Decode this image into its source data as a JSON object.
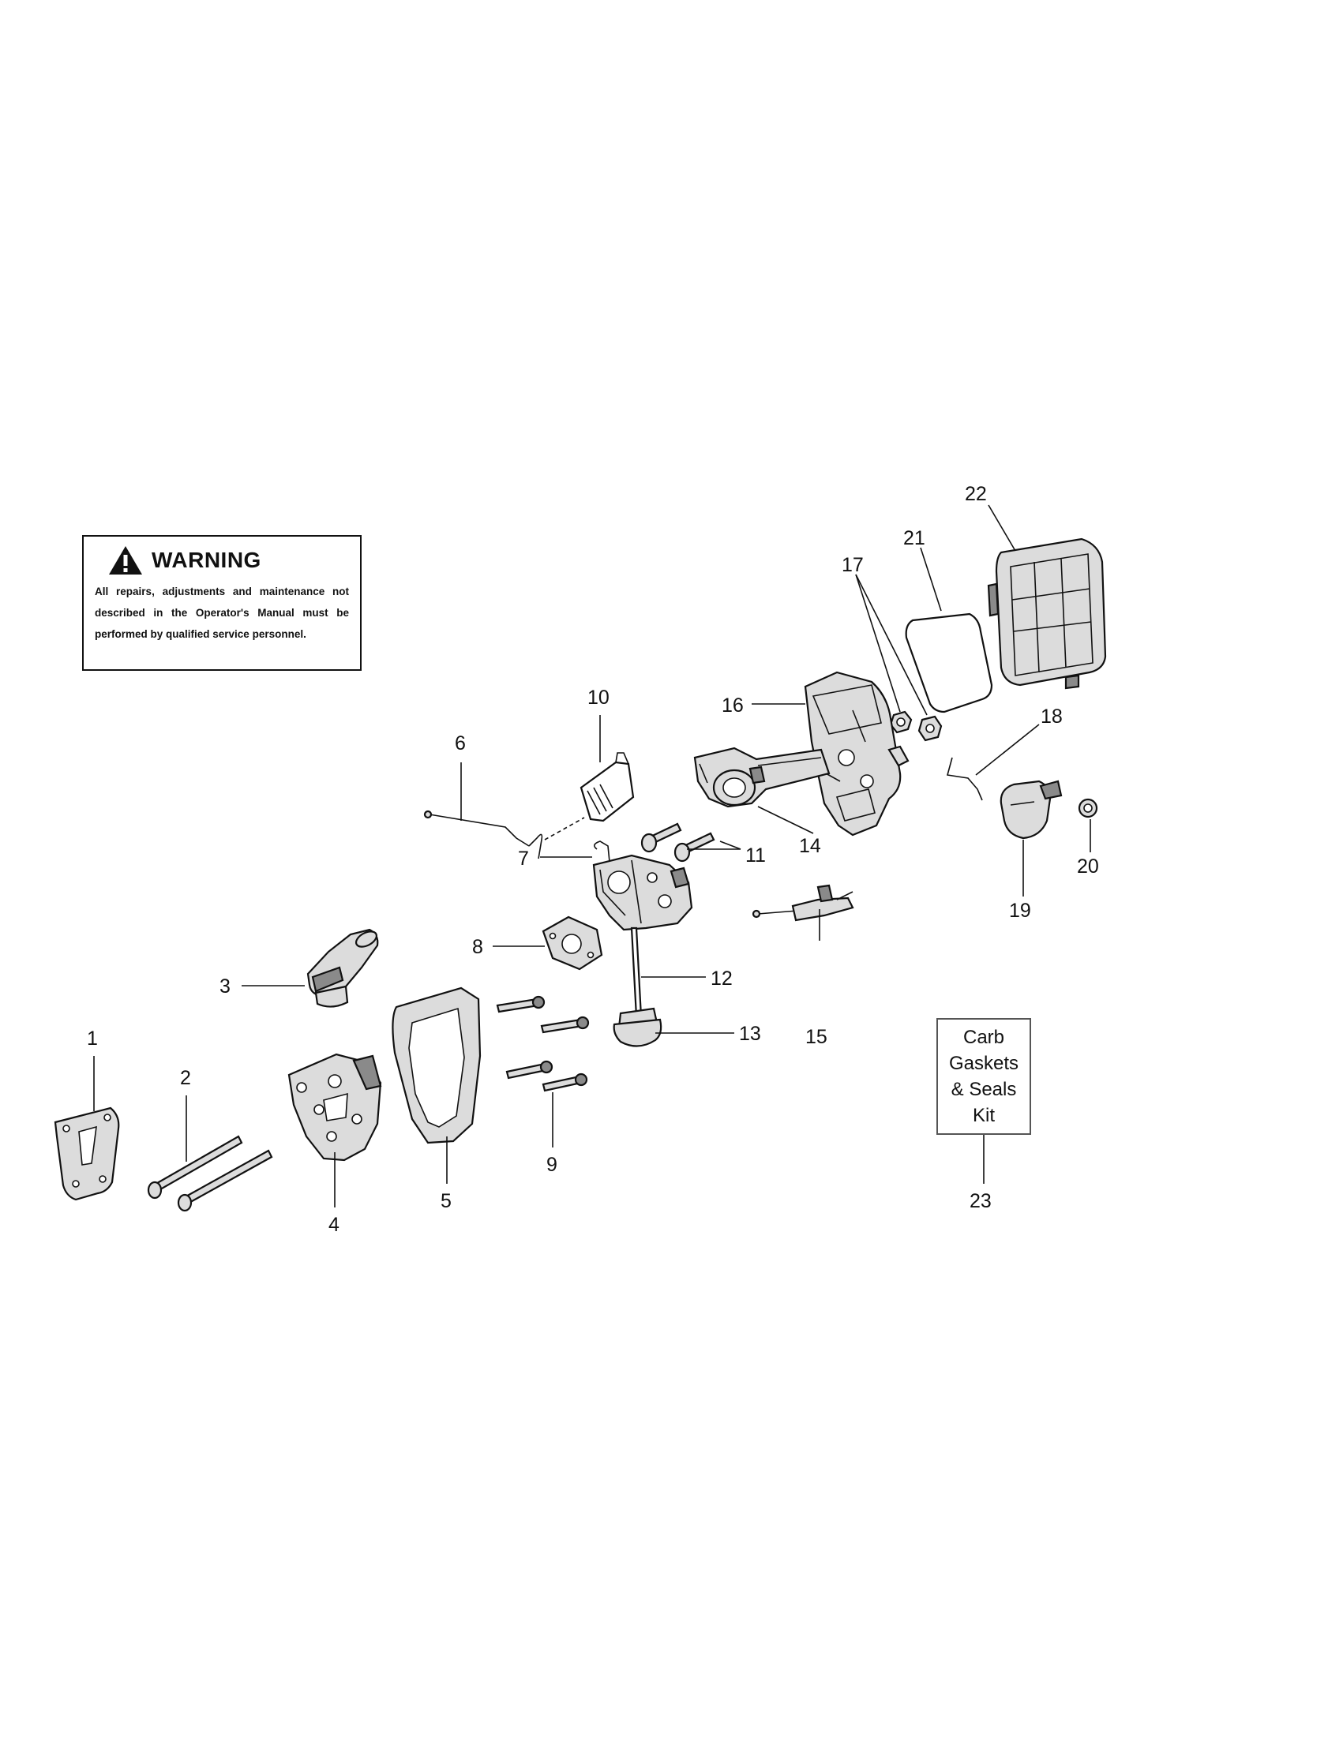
{
  "warning": {
    "title": "WARNING",
    "text": "All repairs, adjustments and maintenance not described in the Operator's Manual must be performed by qualified  service personnel.",
    "icon": "warning-triangle-icon"
  },
  "kit_box": {
    "text": "Carb\nGaskets\n& Seals\nKit"
  },
  "callouts": {
    "c1": "1",
    "c2": "2",
    "c3": "3",
    "c4": "4",
    "c5": "5",
    "c6": "6",
    "c7": "7",
    "c8": "8",
    "c9": "9",
    "c10": "10",
    "c11": "11",
    "c12": "12",
    "c13": "13",
    "c14": "14",
    "c15": "15",
    "c16": "16",
    "c17": "17",
    "c18": "18",
    "c19": "19",
    "c20": "20",
    "c21": "21",
    "c22": "22",
    "c23": "23"
  }
}
